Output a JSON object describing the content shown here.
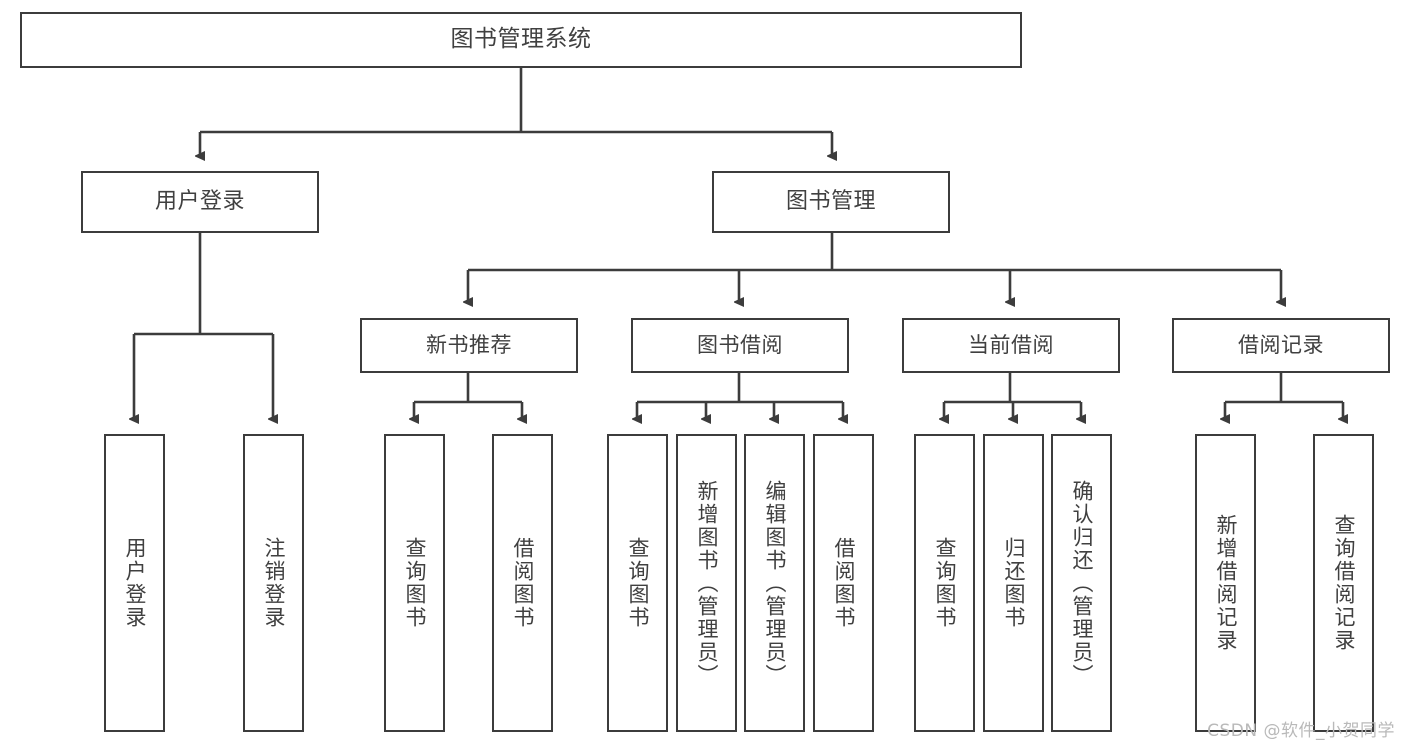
{
  "diagram": {
    "type": "tree",
    "title": "图书管理系统",
    "root": {
      "label": "图书管理系统"
    },
    "level1": [
      {
        "label": "用户登录"
      },
      {
        "label": "图书管理"
      }
    ],
    "level2": [
      {
        "label": "新书推荐"
      },
      {
        "label": "图书借阅"
      },
      {
        "label": "当前借阅"
      },
      {
        "label": "借阅记录"
      }
    ],
    "leaves": {
      "user_login": [
        {
          "label": "用户登录"
        },
        {
          "label": "注销登录"
        }
      ],
      "new_book_recommend": [
        {
          "label": "查询图书"
        },
        {
          "label": "借阅图书"
        }
      ],
      "book_borrow": [
        {
          "label": "查询图书"
        },
        {
          "label": "新增图书（管理员）"
        },
        {
          "label": "编辑图书（管理员）"
        },
        {
          "label": "借阅图书"
        }
      ],
      "current_borrow": [
        {
          "label": "查询图书"
        },
        {
          "label": "归还图书"
        },
        {
          "label": "确认归还（管理员）"
        }
      ],
      "borrow_record": [
        {
          "label": "新增借阅记录"
        },
        {
          "label": "查询借阅记录"
        }
      ]
    },
    "watermark": "CSDN @软件_小贺同学",
    "colors": {
      "stroke": "#3c3c3c",
      "text": "#404040",
      "background": "#ffffff",
      "watermark": "#b9b9b9"
    }
  }
}
